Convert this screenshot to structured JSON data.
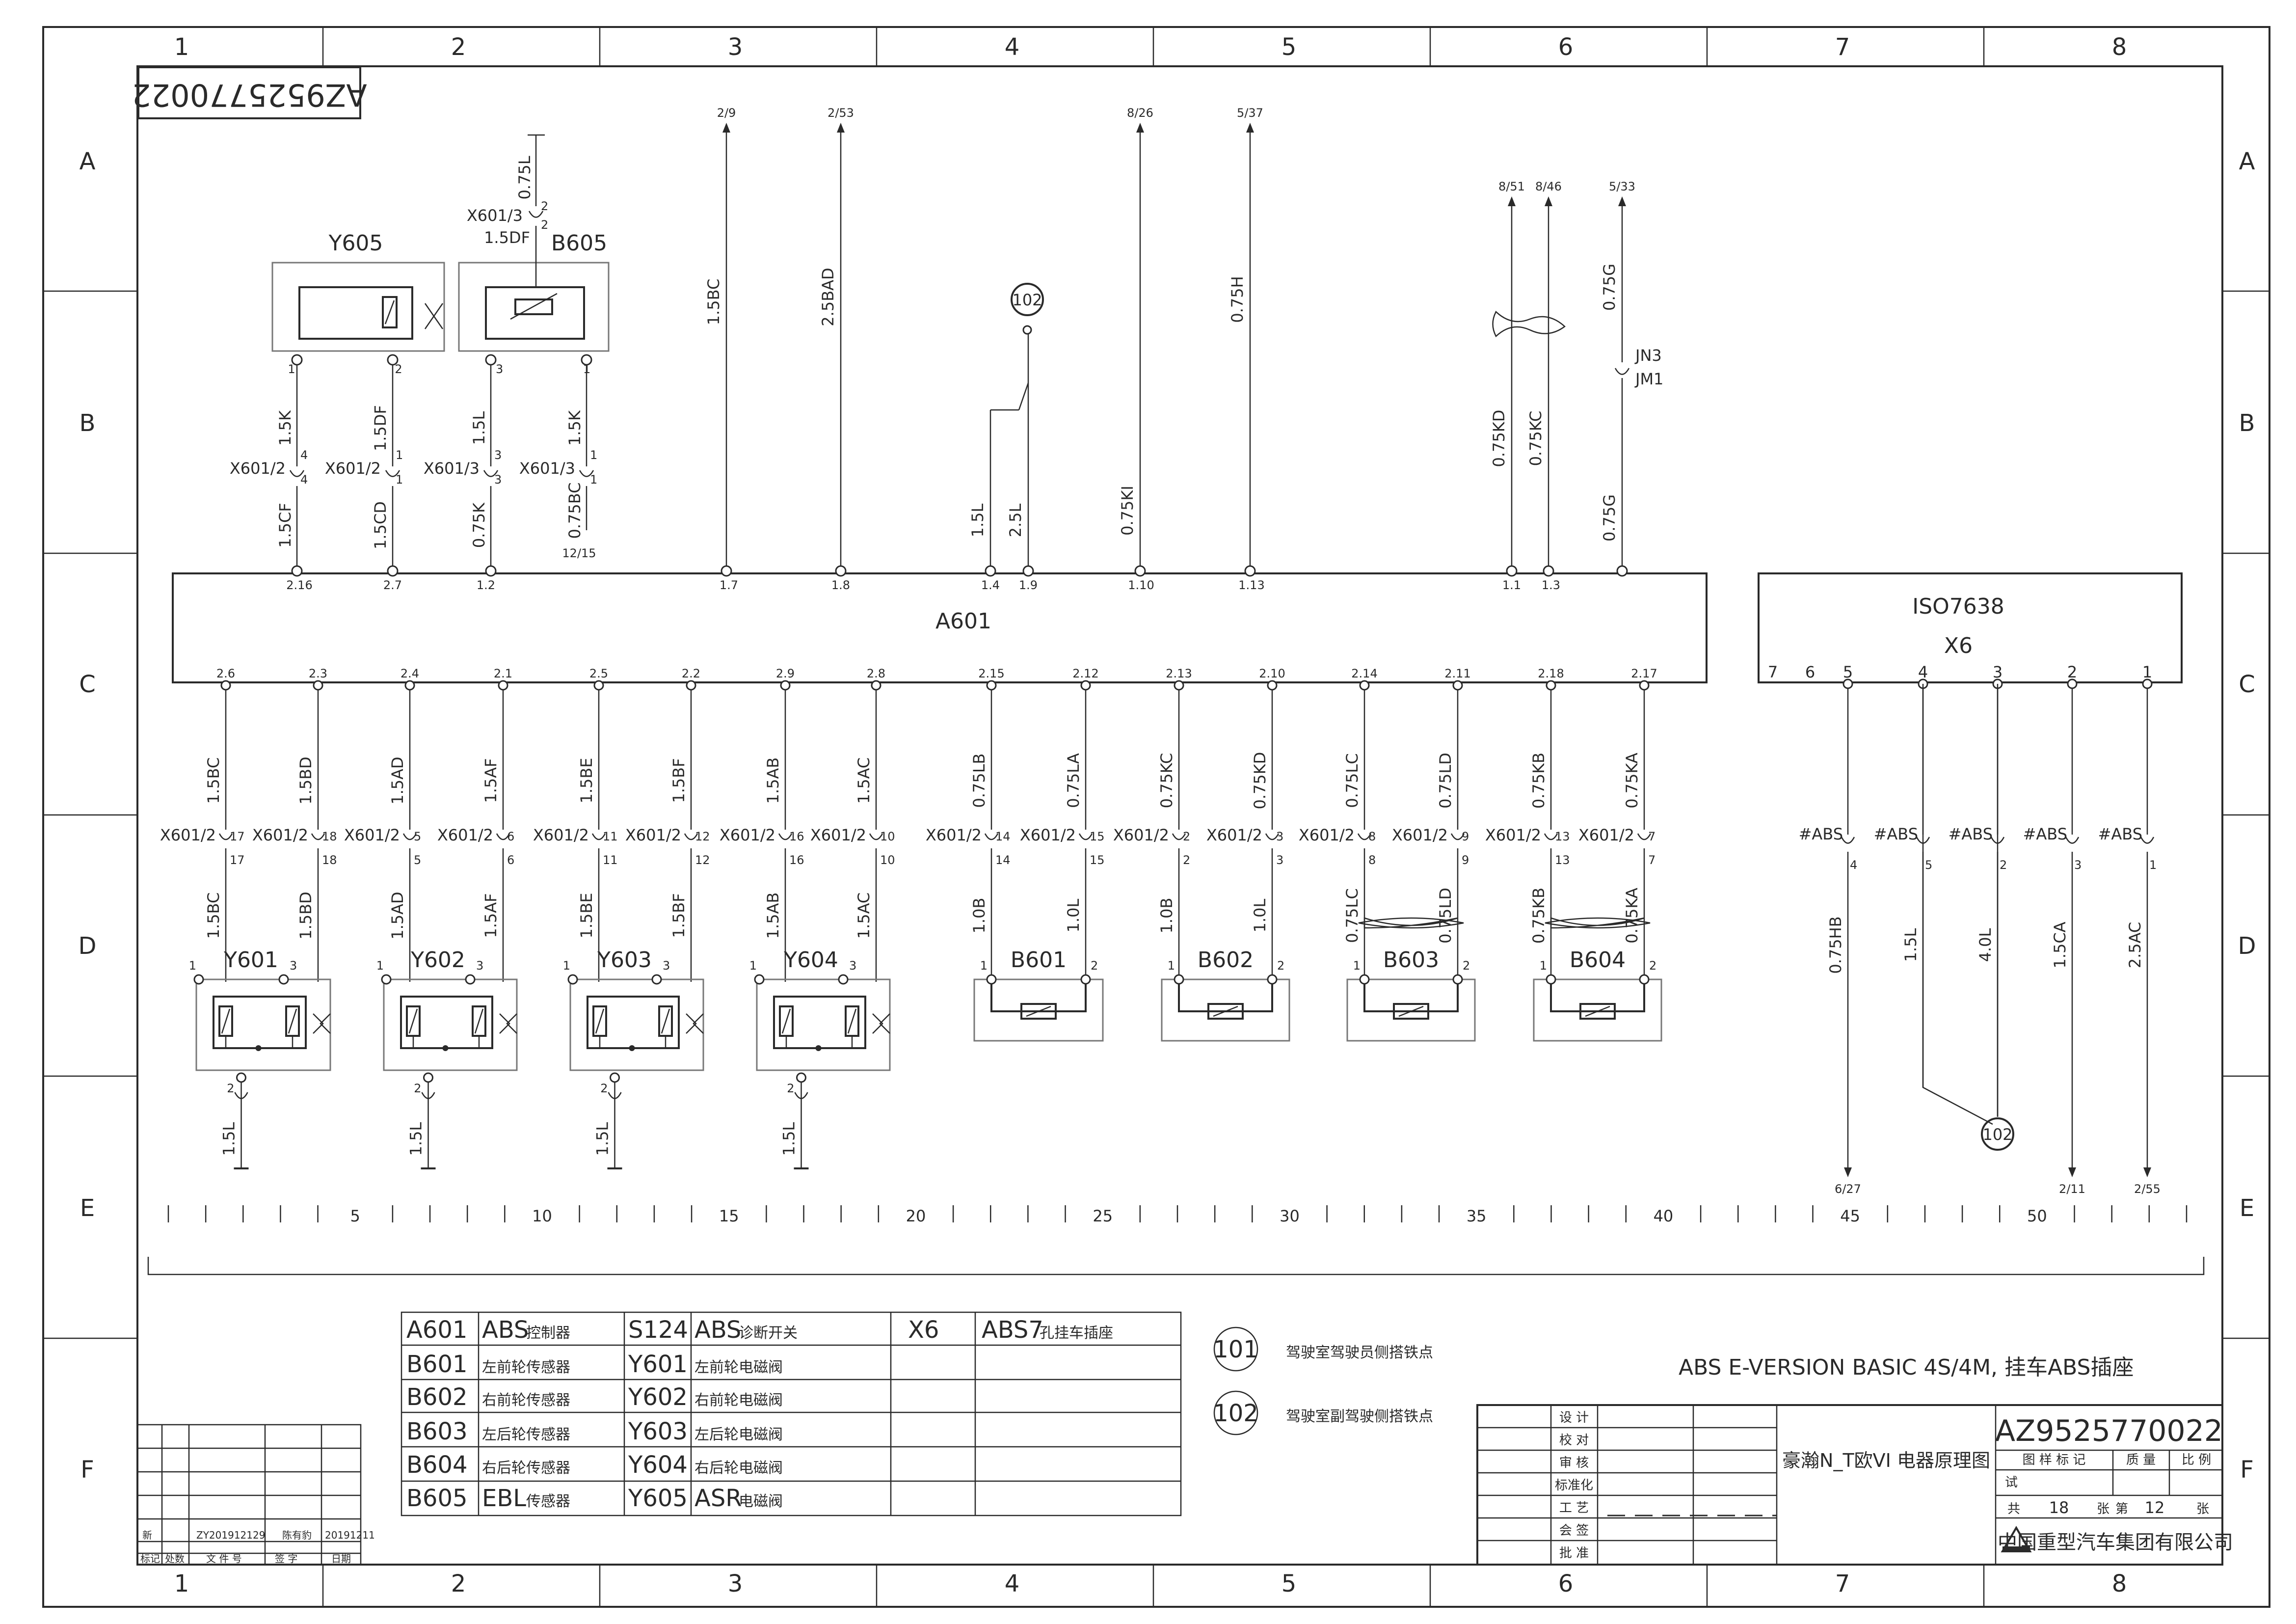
{
  "drawing_number": "AZ9525770022",
  "grid": {
    "columns": [
      "1",
      "2",
      "3",
      "4",
      "5",
      "6",
      "7",
      "8"
    ],
    "rows": [
      "A",
      "B",
      "C",
      "D",
      "E",
      "F"
    ]
  },
  "controller": {
    "id": "A601"
  },
  "iso": {
    "label": "ISO7638",
    "id": "X6",
    "pins": [
      "7",
      "6",
      "5",
      "4",
      "3",
      "2",
      "1"
    ]
  },
  "top_refs": {
    "a": "2/9",
    "b": "2/53",
    "c": "8/26",
    "d": "5/37",
    "e": "8/51",
    "f": "8/46",
    "g": "5/33"
  },
  "top_wires": {
    "w1": "1.5BC",
    "w2": "2.5BAD",
    "w3": "0.75H",
    "w4": "0.75G",
    "w5": "0.75KD",
    "w6": "0.75KC",
    "w7": "0.75G",
    "w8": "1.5L",
    "w9": "2.5L",
    "w10": "0.75KI"
  },
  "jn": {
    "a": "JN3",
    "b": "JM1"
  },
  "top_pins": [
    "2.16",
    "2.7",
    "1.2",
    "1.7",
    "1.8",
    "1.4",
    "1.9",
    "1.10",
    "1.13",
    "1.1",
    "1.3"
  ],
  "y605": {
    "id": "Y605",
    "p1": "1",
    "p2": "2",
    "w1a": "1.5K",
    "c1": "X601/2",
    "n1a": "4",
    "n1b": "4",
    "w1b": "1.5CF",
    "w2a": "1.5DF",
    "c2": "X601/2",
    "n2a": "1",
    "n2b": "1",
    "w2b": "1.5CD"
  },
  "b605": {
    "id": "B605",
    "p3": "3",
    "p1": "1",
    "topconn": "X601/3",
    "topwire": "1.5DF",
    "topwire2": "0.75L",
    "tn": "2",
    "tn2": "2",
    "w3a": "1.5L",
    "c3": "X601/3",
    "n3a": "3",
    "n3b": "3",
    "w3b": "0.75K",
    "w1a": "1.5K",
    "c1": "X601/3",
    "n1a": "1",
    "n1b": "1",
    "w1b": "0.75BC",
    "ref": "12/15"
  },
  "ground": {
    "id": "102"
  },
  "bottom_pins": [
    "2.6",
    "2.3",
    "2.4",
    "2.1",
    "2.5",
    "2.2",
    "2.9",
    "2.8",
    "2.15",
    "2.12",
    "2.13",
    "2.10",
    "2.14",
    "2.11",
    "2.18",
    "2.17"
  ],
  "bottom_wires_top": [
    "1.5BC",
    "1.5BD",
    "1.5AD",
    "1.5AF",
    "1.5BE",
    "1.5BF",
    "1.5AB",
    "1.5AC",
    "0.75LB",
    "0.75LA",
    "0.75KC",
    "0.75KD",
    "0.75LC",
    "0.75LD",
    "0.75KB",
    "0.75KA"
  ],
  "bottom_conn": [
    "X601/2",
    "X601/2",
    "X601/2",
    "X601/2",
    "X601/2",
    "X601/2",
    "X601/2",
    "X601/2",
    "X601/2",
    "X601/2",
    "X601/2",
    "X601/2",
    "X601/2",
    "X601/2",
    "X601/2",
    "X601/2"
  ],
  "bottom_conn_n": [
    "17",
    "18",
    "5",
    "6",
    "11",
    "12",
    "16",
    "10",
    "14",
    "15",
    "2",
    "3",
    "8",
    "9",
    "13",
    "7"
  ],
  "bottom_wires_bot": [
    "1.5BC",
    "1.5BD",
    "1.5AD",
    "1.5AF",
    "1.5BE",
    "1.5BF",
    "1.5AB",
    "1.5AC",
    "1.0B",
    "1.0L",
    "1.0B",
    "1.0L",
    "0.75LC",
    "0.75LD",
    "0.75KB",
    "0.75KA"
  ],
  "valves": [
    {
      "id": "Y601",
      "p1": "1",
      "p3": "3",
      "p2": "2",
      "w": "1.5L"
    },
    {
      "id": "Y602",
      "p1": "1",
      "p3": "3",
      "p2": "2",
      "w": "1.5L"
    },
    {
      "id": "Y603",
      "p1": "1",
      "p3": "3",
      "p2": "2",
      "w": "1.5L"
    },
    {
      "id": "Y604",
      "p1": "1",
      "p3": "3",
      "p2": "2",
      "w": "1.5L"
    }
  ],
  "sensors": [
    {
      "id": "B601",
      "p1": "1",
      "p2": "2"
    },
    {
      "id": "B602",
      "p1": "1",
      "p2": "2"
    },
    {
      "id": "B603",
      "p1": "1",
      "p2": "2"
    },
    {
      "id": "B604",
      "p1": "1",
      "p2": "2"
    }
  ],
  "iso_wires": [
    {
      "conn": "#ABS",
      "n": "4",
      "w": "0.75HB",
      "ref": "6/27"
    },
    {
      "conn": "#ABS",
      "n": "5",
      "w": "1.5L",
      "ref": ""
    },
    {
      "conn": "#ABS",
      "n": "2",
      "w": "4.0L",
      "ref": ""
    },
    {
      "conn": "#ABS",
      "n": "3",
      "w": "1.5CA",
      "ref": "2/11"
    },
    {
      "conn": "#ABS",
      "n": "1",
      "w": "2.5AC",
      "ref": "2/55"
    }
  ],
  "ground2": {
    "id": "102"
  },
  "scale": [
    "5",
    "10",
    "15",
    "20",
    "25",
    "30",
    "35",
    "40",
    "45",
    "50"
  ],
  "legend": [
    {
      "code": "A601",
      "name": "ABS",
      "cn": "控制器"
    },
    {
      "code": "B601",
      "name": "",
      "cn": "左前轮传感器"
    },
    {
      "code": "B602",
      "name": "",
      "cn": "右前轮传感器"
    },
    {
      "code": "B603",
      "name": "",
      "cn": "左后轮传感器"
    },
    {
      "code": "B604",
      "name": "",
      "cn": "右后轮传感器"
    },
    {
      "code": "B605",
      "name": "EBL",
      "cn": "传感器"
    },
    {
      "code": "S124",
      "name": "ABS",
      "cn": "诊断开关"
    },
    {
      "code": "Y601",
      "name": "",
      "cn": "左前轮电磁阀"
    },
    {
      "code": "Y602",
      "name": "",
      "cn": "右前轮电磁阀"
    },
    {
      "code": "Y603",
      "name": "",
      "cn": "左后轮电磁阀"
    },
    {
      "code": "Y604",
      "name": "",
      "cn": "右后轮电磁阀"
    },
    {
      "code": "Y605",
      "name": "ASR",
      "cn": "电磁阀"
    },
    {
      "code": "X6",
      "name": "ABS7",
      "cn": "孔挂车插座"
    }
  ],
  "notes": [
    {
      "id": "101",
      "text": "驾驶室驾驶员侧搭铁点"
    },
    {
      "id": "102",
      "text": "驾驶室副驾驶侧搭铁点"
    }
  ],
  "title_en": "ABS E-VERSION BASIC 4S/4M, 挂车ABS插座",
  "title_cn": "豪瀚N_T欧VI 电器原理图",
  "title_block": {
    "roles": [
      "设 计",
      "校 对",
      "审 核",
      "标准化",
      "工 艺",
      "会 签",
      "批 准"
    ],
    "drawing_no": "AZ9525770022",
    "hdr": [
      "图 样 标 记",
      "质 量",
      "比 例"
    ],
    "trial": "试",
    "sheets_total_label": "共",
    "sheets_total": "18",
    "sheets_unit": "张",
    "sheet_label": "第",
    "sheet_no": "12",
    "sheet_unit2": "张",
    "company": "中国重型汽车集团有限公司"
  },
  "revision": {
    "mark": "新",
    "doc": "ZY201912129",
    "signer": "陈有豹",
    "date": "20191211",
    "hdr": [
      "标记",
      "处数",
      "文 件 号",
      "签 字",
      "日期"
    ]
  }
}
